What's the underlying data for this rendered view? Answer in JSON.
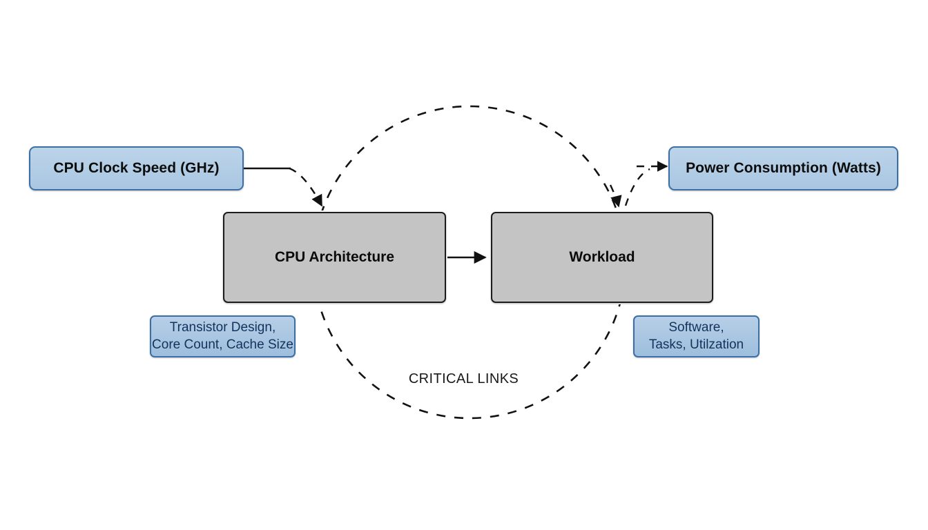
{
  "diagram": {
    "title_label": "CRITICAL LINKS",
    "colors": {
      "blue_fill": "#aac9e2",
      "blue_border": "#3c6ea6",
      "gray_fill": "#c4c4c4",
      "gray_border": "#1c1c1c",
      "label_text": "#13325c",
      "line": "#111111",
      "background": "#ffffff"
    },
    "nodes": {
      "clock_speed": {
        "label": "CPU Clock Speed (GHz)",
        "style": "blue"
      },
      "power_consumption": {
        "label": "Power Consumption (Watts)",
        "style": "blue"
      },
      "cpu_architecture": {
        "label": "CPU Architecture",
        "style": "gray"
      },
      "workload": {
        "label": "Workload",
        "style": "gray"
      },
      "cpu_attributes": {
        "line1": "Transistor Design,",
        "line2": "Core Count, Cache Size",
        "style": "blue-label"
      },
      "workload_attributes": {
        "line1": "Software,",
        "line2": "Tasks, Utilzation",
        "style": "blue-label"
      }
    },
    "edges": [
      {
        "name": "clock-to-cpu-architecture",
        "from": "CPU Clock Speed (GHz)",
        "to": "CPU Architecture",
        "style": "solid-then-dashed",
        "arrowhead": true
      },
      {
        "name": "cpu-architecture-to-workload",
        "from": "CPU Architecture",
        "to": "Workload",
        "style": "solid",
        "arrowhead": true
      },
      {
        "name": "workload-to-power",
        "from": "Workload",
        "to": "Power Consumption (Watts)",
        "style": "dashed",
        "arrowhead": true
      },
      {
        "name": "critical-links-loop",
        "from": "CPU Architecture",
        "to": "Workload",
        "style": "dashed-circle",
        "arrowhead": true
      }
    ]
  }
}
